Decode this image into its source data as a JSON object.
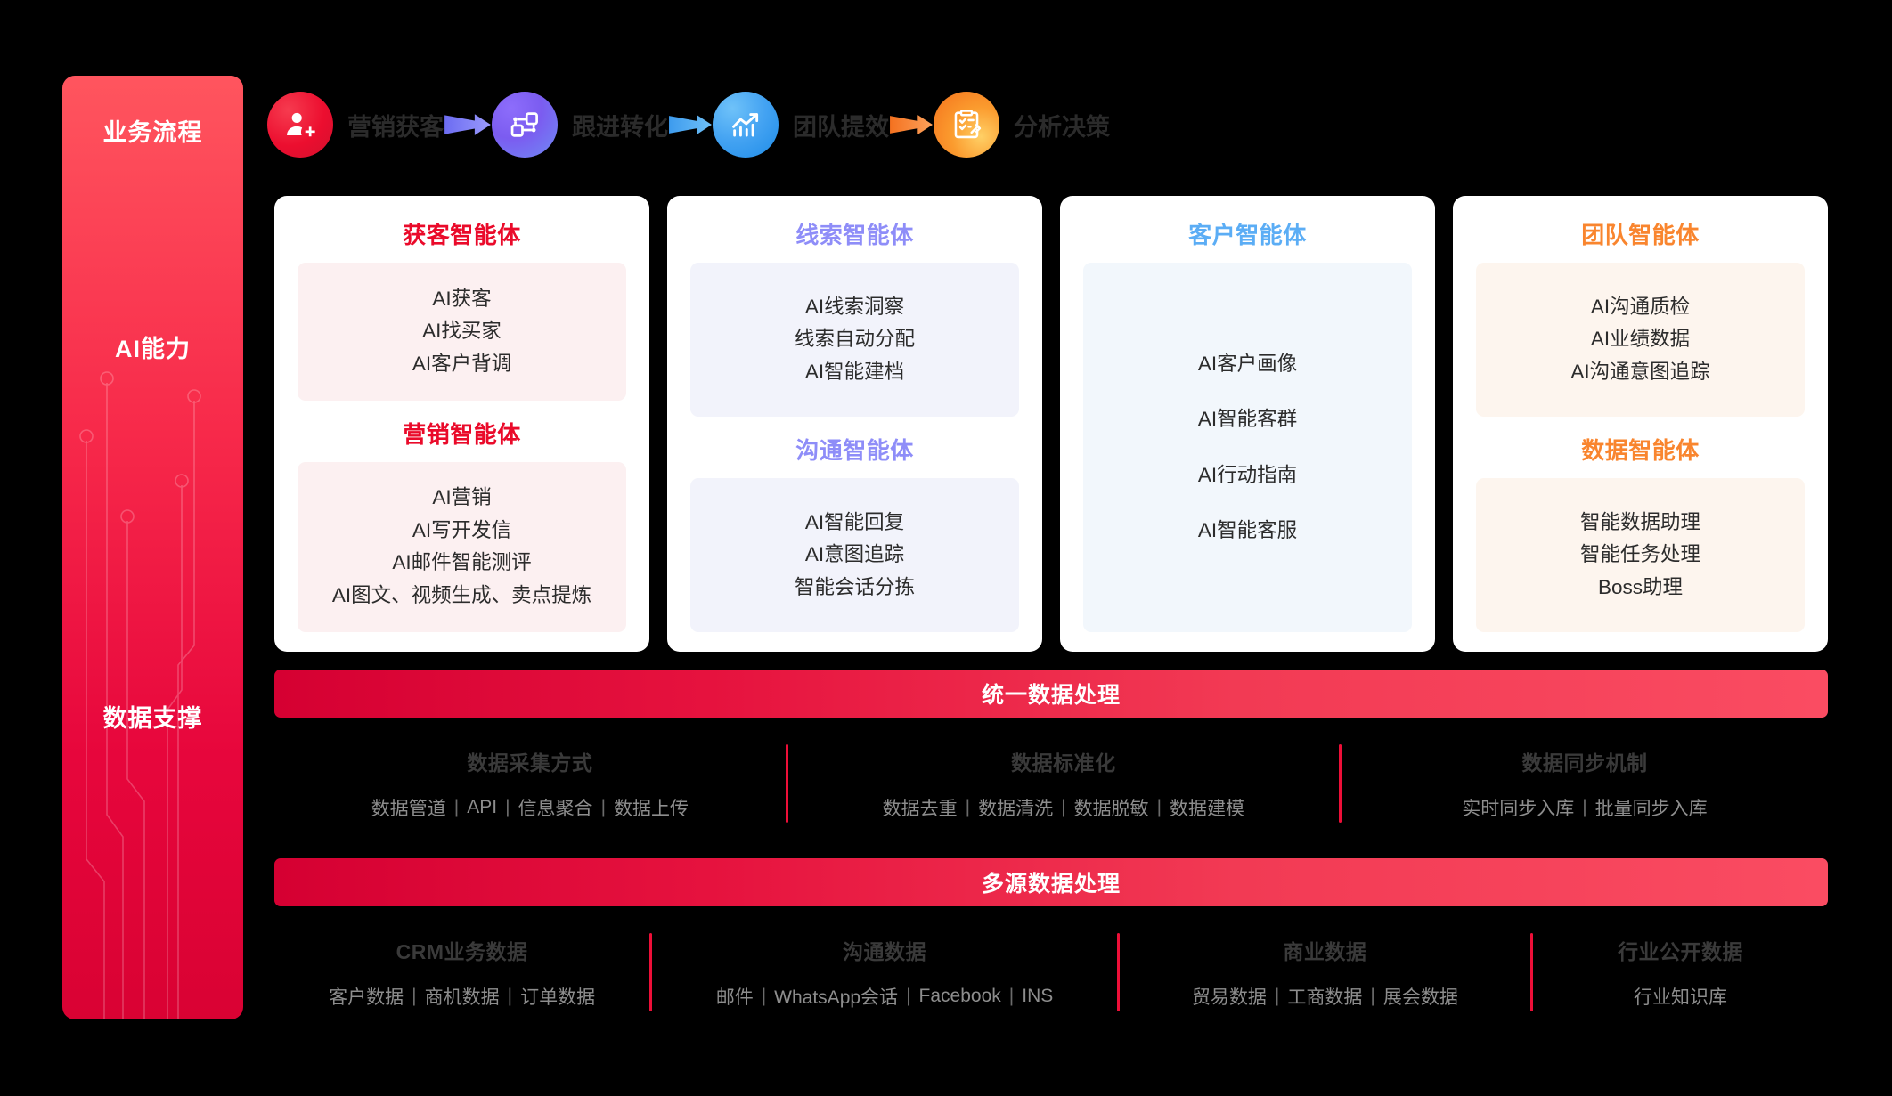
{
  "sidebar": {
    "labels": [
      "业务流程",
      "AI能力",
      "数据支撑"
    ],
    "gradient_from": "#FF555E",
    "gradient_to": "#D90233"
  },
  "flow": {
    "steps": [
      {
        "label": "营销获客",
        "icon": "user-plus-icon",
        "color_from": "#F0233E",
        "color_to": "#D2102E"
      },
      {
        "label": "跟进转化",
        "icon": "flow-nodes-icon",
        "color_from": "#7B5CF0",
        "color_to": "#6F8BF5"
      },
      {
        "label": "团队提效",
        "icon": "bar-chart-trend-icon",
        "color_from": "#4DA8F5",
        "color_to": "#1E8CE8"
      },
      {
        "label": "分析决策",
        "icon": "clipboard-report-icon",
        "color_from": "#FB7C22",
        "color_to": "#FFC24B"
      }
    ],
    "arrows": [
      {
        "name": "arrow-1",
        "color": "#7B7BF5"
      },
      {
        "name": "arrow-2",
        "color": "#4FA6EE"
      },
      {
        "name": "arrow-3",
        "color": "#F98134"
      }
    ]
  },
  "cards": [
    {
      "accent": "#EA0A2A",
      "box_bg": "#FCF0F1",
      "sections": [
        {
          "title": "获客智能体",
          "items": [
            "AI获客",
            "AI找买家",
            "AI客户背调"
          ]
        },
        {
          "title": "营销智能体",
          "items": [
            "AI营销",
            "AI写开发信",
            "AI邮件智能测评",
            "AI图文、视频生成、卖点提炼"
          ]
        }
      ]
    },
    {
      "accent": "#8E8DF8",
      "box_bg": "#F2F3FB",
      "sections": [
        {
          "title": "线索智能体",
          "items": [
            "AI线索洞察",
            "线索自动分配",
            "AI智能建档"
          ]
        },
        {
          "title": "沟通智能体",
          "items": [
            "AI智能回复",
            "AI意图追踪",
            "智能会话分拣"
          ]
        }
      ]
    },
    {
      "accent": "#5BADF5",
      "box_bg": "#F2F7FC",
      "spaced": true,
      "sections": [
        {
          "title": "客户智能体",
          "items": [
            "AI客户画像",
            "AI智能客群",
            "AI行动指南",
            "AI智能客服"
          ]
        }
      ]
    },
    {
      "accent": "#F9852E",
      "box_bg": "#FDF5EE",
      "sections": [
        {
          "title": "团队智能体",
          "items": [
            "AI沟通质检",
            "AI业绩数据",
            "AI沟通意图追踪"
          ]
        },
        {
          "title": "数据智能体",
          "items": [
            "智能数据助理",
            "智能任务处理",
            "Boss助理"
          ]
        }
      ]
    }
  ],
  "banners": {
    "unified": "统一数据处理",
    "multisource": "多源数据处理"
  },
  "data_groups": {
    "unified": [
      {
        "title": "数据采集方式",
        "items": [
          "数据管道",
          "API",
          "信息聚合",
          "数据上传"
        ],
        "flex": 1
      },
      {
        "title": "数据标准化",
        "items": [
          "数据去重",
          "数据清洗",
          "数据脱敏",
          "数据建模"
        ],
        "flex": 1.08
      },
      {
        "title": "数据同步机制",
        "items": [
          "实时同步入库",
          "批量同步入库"
        ],
        "flex": 0.95
      }
    ],
    "multisource": [
      {
        "title": "CRM业务数据",
        "items": [
          "客户数据",
          "商机数据",
          "订单数据"
        ],
        "flex": 0.8
      },
      {
        "title": "沟通数据",
        "items": [
          "邮件",
          "WhatsApp会话",
          "Facebook",
          "INS"
        ],
        "flex": 1.0
      },
      {
        "title": "商业数据",
        "items": [
          "贸易数据",
          "工商数据",
          "展会数据"
        ],
        "flex": 0.88
      },
      {
        "title": "行业公开数据",
        "items": [
          "行业知识库"
        ],
        "flex": 0.62
      }
    ]
  },
  "divider_color": "#ED0F38"
}
